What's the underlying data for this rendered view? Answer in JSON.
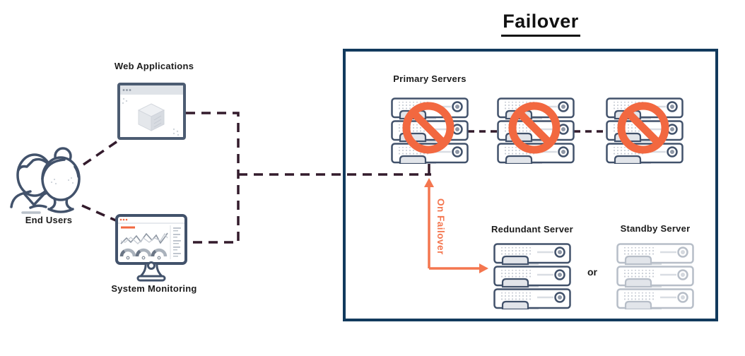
{
  "diagram_title": "Failover",
  "left_panel": {
    "end_users_label": "End Users",
    "web_applications_label": "Web Applications",
    "system_monitoring_label": "System Monitoring"
  },
  "failover_box": {
    "primary_servers_label": "Primary Servers",
    "redundant_server_label": "Redundant Server",
    "standby_server_label": "Standby Server",
    "or_label": "or",
    "on_failover_label": "On Failover"
  },
  "colors": {
    "prohibition_orange": "#F26840",
    "arrow_orange": "#F4764F",
    "box_border_navy": "#123A5D",
    "icon_slate": "#42526B",
    "standby_gray": "#B7BEC8",
    "dashed_connector": "#331B2C",
    "light_gray_fill": "#D9DDE3"
  }
}
